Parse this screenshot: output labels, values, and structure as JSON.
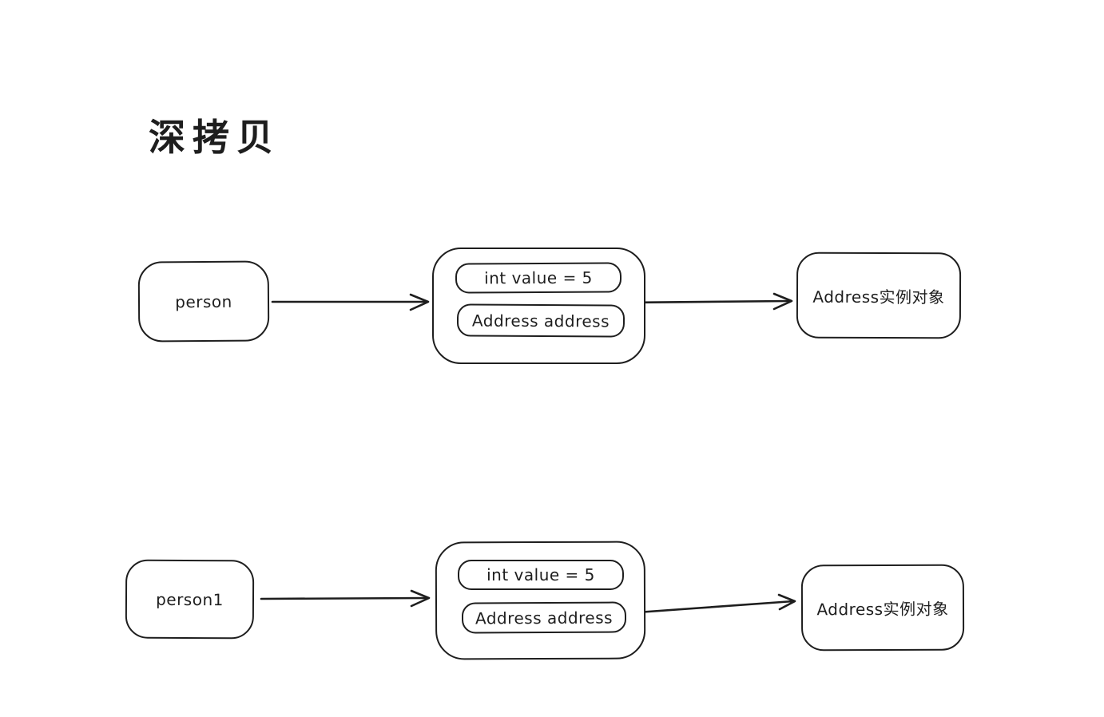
{
  "title": "深拷贝",
  "colors": {
    "stroke": "#1e1e1e",
    "background": "#ffffff"
  },
  "diagram": {
    "style": "hand-drawn",
    "rows": [
      {
        "source_label": "person",
        "object_fields": [
          "int value = 5",
          "Address address"
        ],
        "target_label": "Address实例对象"
      },
      {
        "source_label": "person1",
        "object_fields": [
          "int value = 5",
          "Address address"
        ],
        "target_label": "Address实例对象"
      }
    ]
  }
}
